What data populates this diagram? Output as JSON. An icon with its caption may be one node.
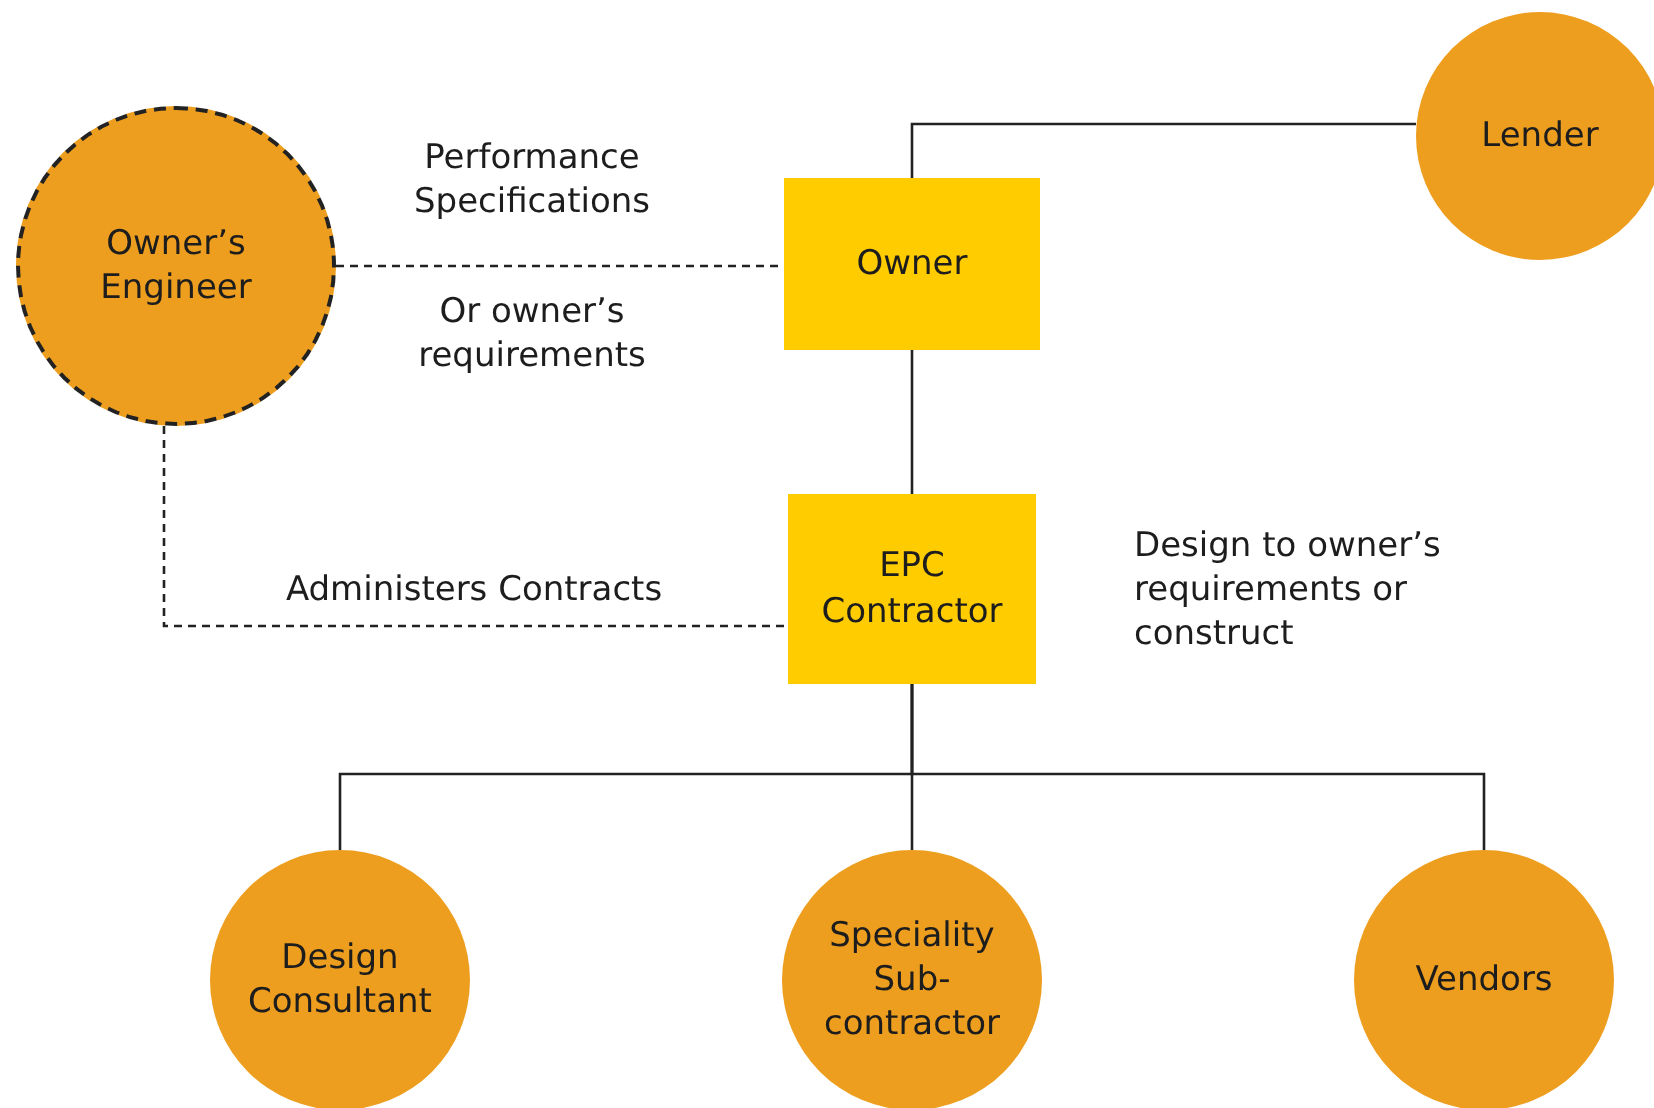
{
  "diagram": {
    "nodes": [
      {
        "text": [
          "Owner’s Engineer"
        ]
      },
      {
        "text": [
          "Lender"
        ]
      },
      {
        "text": [
          "Owner"
        ]
      },
      {
        "text": [
          "EPC Contractor"
        ]
      },
      {
        "text": [
          "Design Consultant"
        ]
      },
      {
        "text": [
          "Speciality Sub-contractor"
        ]
      },
      {
        "text": [
          "Vendors"
        ]
      }
    ],
    "edges": [
      {
        "from": 0,
        "to": 2,
        "arrow": "none",
        "style": "dashed",
        "label": "Performance Specifications"
      },
      {
        "from": 1,
        "to": 2,
        "arrow": "none"
      },
      {
        "from": 2,
        "to": 3,
        "arrow": "none"
      },
      {
        "from": 0,
        "to": 3,
        "arrow": "none",
        "style": "dashed",
        "label": "Administers Contracts"
      },
      {
        "from": 3,
        "to": 4,
        "arrow": "none"
      },
      {
        "from": 3,
        "to": 5,
        "arrow": "none"
      },
      {
        "from": 3,
        "to": 6,
        "arrow": "none"
      }
    ],
    "labels": [
      "Or owner’s requirements",
      "Design to owner’s requirements or construct"
    ]
  }
}
